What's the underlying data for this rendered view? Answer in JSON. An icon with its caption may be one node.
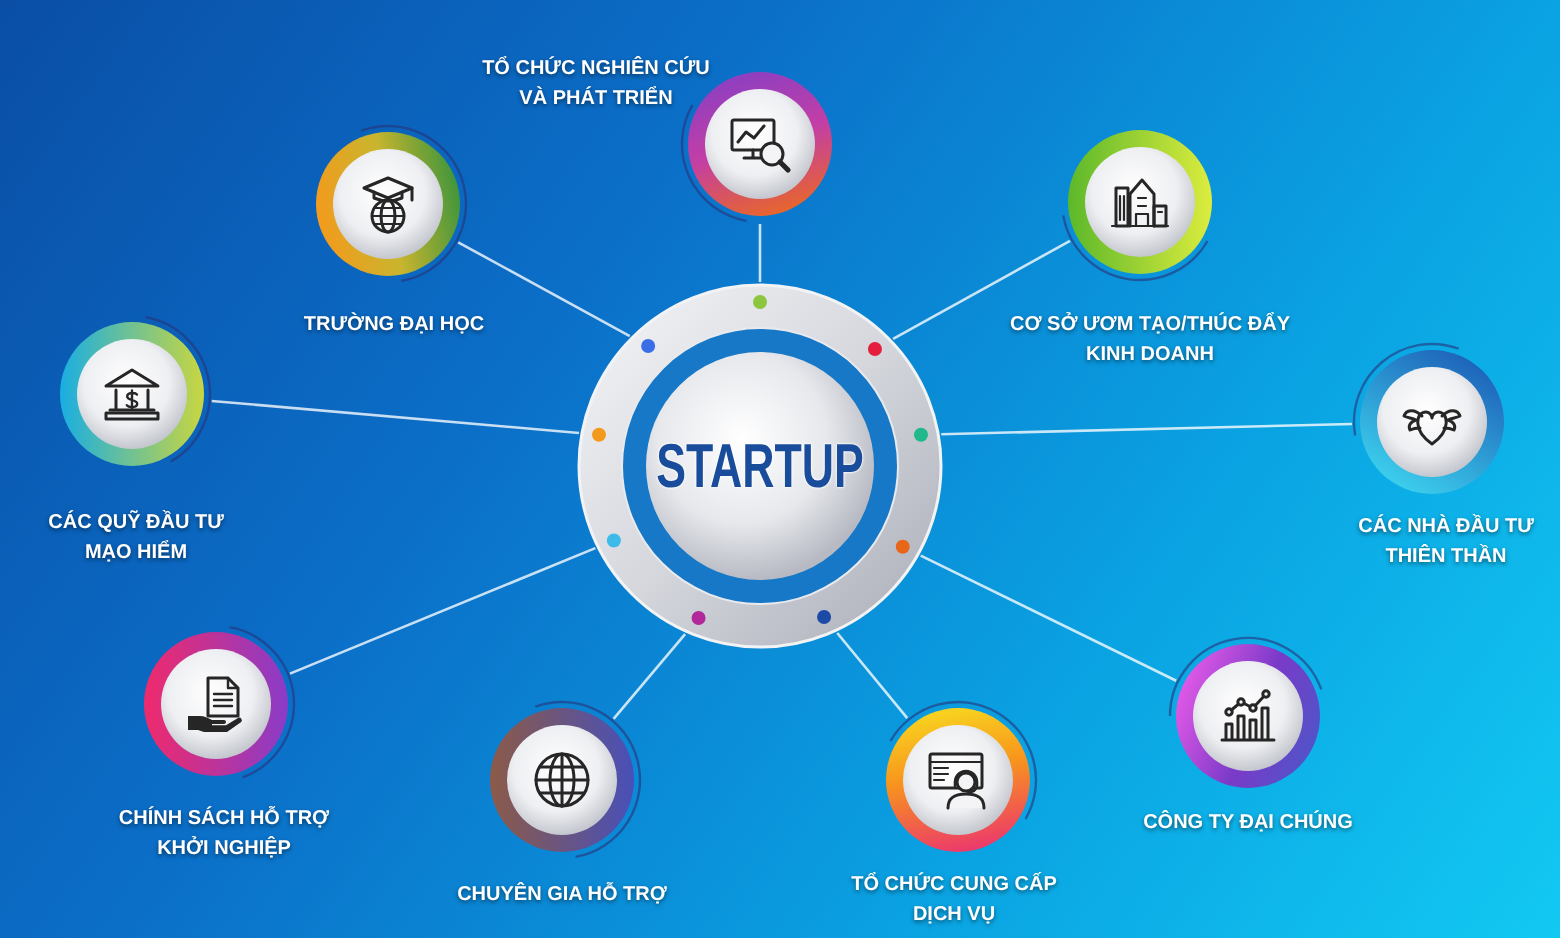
{
  "diagram": {
    "nodes": [
      {
        "text": [
          "TỔ CHỨC NGHIÊN CỨU VÀ PHÁT TRIỂN"
        ]
      },
      {
        "text": [
          "TRƯỜNG ĐẠI HỌC"
        ]
      },
      {
        "text": [
          "CƠ SỞ ƯƠM TẠO/THÚC ĐẨY KINH DOANH"
        ]
      },
      {
        "text": [
          "STARTUP"
        ]
      },
      {
        "text": [
          "CÁC QUỸ ĐẦU TƯ MẠO HIỂM"
        ]
      },
      {
        "text": [
          "CÁC NHÀ ĐẦU TƯ THIÊN THẦN"
        ]
      },
      {
        "text": [
          "CHÍNH SÁCH HỖ TRỢ KHỞI NGHIỆP"
        ]
      },
      {
        "text": [
          "CÔNG TY ĐẠI CHÚNG"
        ]
      },
      {
        "text": [
          "CHUYÊN GIA HỖ TRỢ"
        ]
      },
      {
        "text": [
          "TỔ CHỨC CUNG CẤP DỊCH VỤ"
        ]
      }
    ],
    "edges": [
      {
        "from": 0,
        "to": 3,
        "arrow": "none"
      },
      {
        "from": 1,
        "to": 3,
        "arrow": "none"
      },
      {
        "from": 2,
        "to": 3,
        "arrow": "none"
      },
      {
        "from": 4,
        "to": 3,
        "arrow": "none"
      },
      {
        "from": 5,
        "to": 3,
        "arrow": "none"
      },
      {
        "from": 6,
        "to": 3,
        "arrow": "none"
      },
      {
        "from": 7,
        "to": 3,
        "arrow": "none"
      },
      {
        "from": 8,
        "to": 3,
        "arrow": "none"
      },
      {
        "from": 9,
        "to": 3,
        "arrow": "none"
      }
    ]
  }
}
